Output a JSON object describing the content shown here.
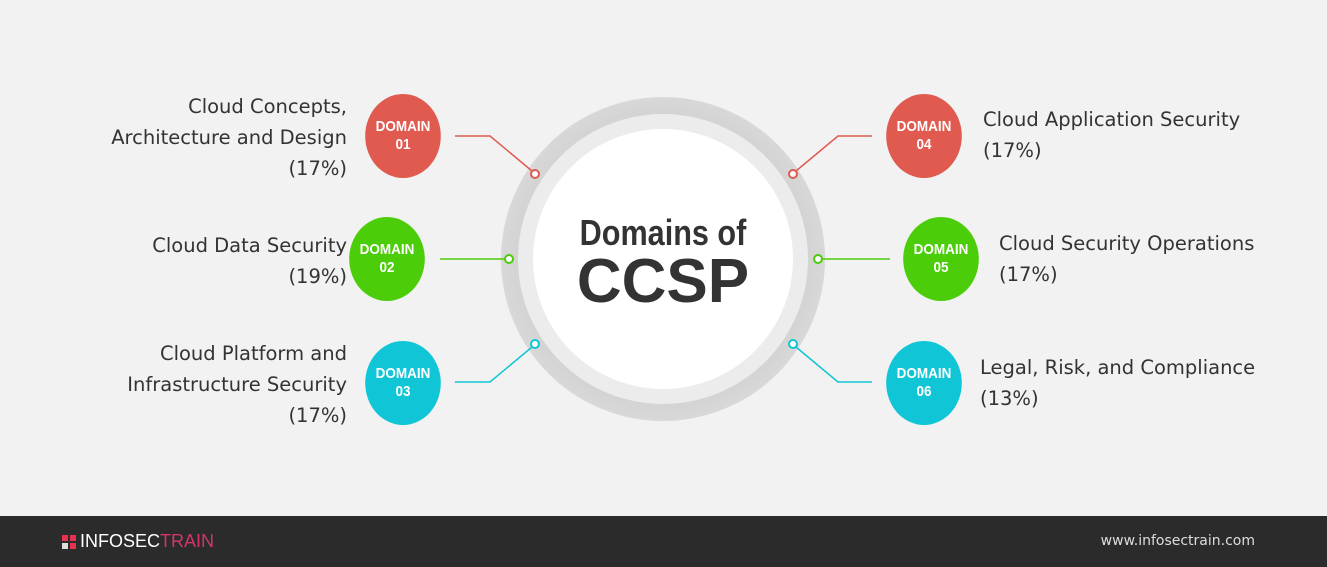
{
  "title": {
    "line1": "Domains of",
    "line2": "CCSP"
  },
  "colors": {
    "red": "#e05a50",
    "green": "#4ccd0a",
    "cyan": "#10c6d6"
  },
  "domains": [
    {
      "badge": "DOMAIN",
      "num": "01",
      "lines": [
        "Cloud Concepts,",
        "Architecture and Design",
        "(17%)"
      ]
    },
    {
      "badge": "DOMAIN",
      "num": "02",
      "lines": [
        "Cloud Data Security",
        "(19%)"
      ]
    },
    {
      "badge": "DOMAIN",
      "num": "03",
      "lines": [
        "Cloud Platform and",
        "Infrastructure Security",
        "(17%)"
      ]
    },
    {
      "badge": "DOMAIN",
      "num": "04",
      "lines": [
        "Cloud Application Security",
        "(17%)"
      ]
    },
    {
      "badge": "DOMAIN",
      "num": "05",
      "lines": [
        "Cloud Security Operations",
        "(17%)"
      ]
    },
    {
      "badge": "DOMAIN",
      "num": "06",
      "lines": [
        "Legal, Risk, and Compliance",
        "(13%)"
      ]
    }
  ],
  "footer": {
    "logo_a": "INFOSEC",
    "logo_b": "TRAIN",
    "url": "www.infosectrain.com"
  }
}
